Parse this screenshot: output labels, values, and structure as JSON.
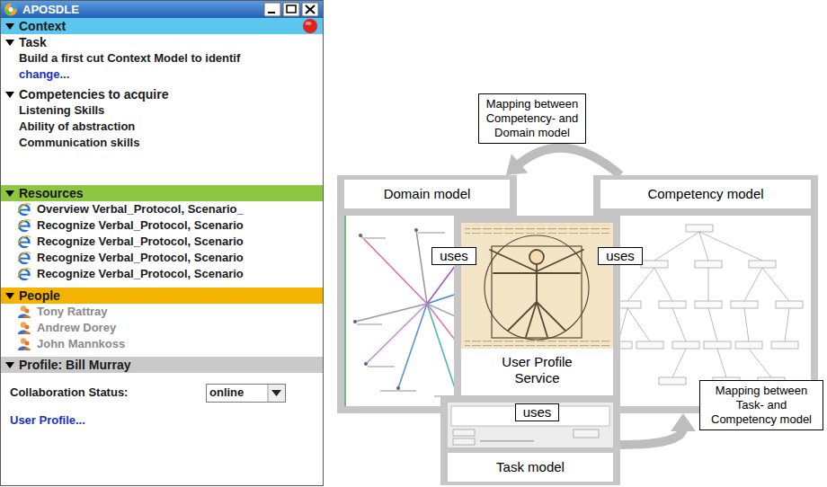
{
  "diagram": {
    "nodes": [
      {
        "text": [
          "APOSDLE"
        ]
      },
      {
        "text": [
          "Context"
        ],
        "in": 0
      },
      {
        "text": [
          "Task",
          "Build a first cut Context Model to identif",
          "change..."
        ],
        "in": 0
      },
      {
        "text": [
          "Competencies to acquire",
          "Listening Skills",
          "Ability of abstraction",
          "Communication skills"
        ],
        "in": 0
      },
      {
        "text": [
          "Resources",
          "Overview Verbal_Protocol, Scenario_",
          "Recognize Verbal_Protocol, Scenario",
          "Recognize Verbal_Protocol, Scenario",
          "Recognize Verbal_Protocol, Scenario",
          "Recognize Verbal_Protocol, Scenario"
        ],
        "in": 0
      },
      {
        "text": [
          "People",
          "Tony Rattray",
          "Andrew Dorey",
          "John Mannkoss"
        ],
        "in": 0
      },
      {
        "text": [
          "Profile: Bill Murray",
          "Collaboration Status:",
          "online",
          "User Profile..."
        ],
        "in": 0
      },
      {
        "text": [
          "Mapping between Competency- and Domain model"
        ]
      },
      {
        "text": [
          "Domain model"
        ]
      },
      {
        "text": [
          "Competency model"
        ]
      },
      {
        "text": [
          "User Profile Service"
        ]
      },
      {
        "text": [
          "Task model"
        ]
      },
      {
        "text": [
          "Mapping between Task- and Competency model"
        ]
      }
    ],
    "edges": [
      {
        "from": 10,
        "to": 8,
        "label": "uses",
        "arrow": "none"
      },
      {
        "from": 10,
        "to": 9,
        "label": "uses",
        "arrow": "none"
      },
      {
        "from": 10,
        "to": 11,
        "label": "uses",
        "arrow": "none"
      },
      {
        "from": 9,
        "to": 8,
        "arrow": "to"
      },
      {
        "from": 11,
        "to": 9,
        "arrow": "to"
      }
    ]
  }
}
